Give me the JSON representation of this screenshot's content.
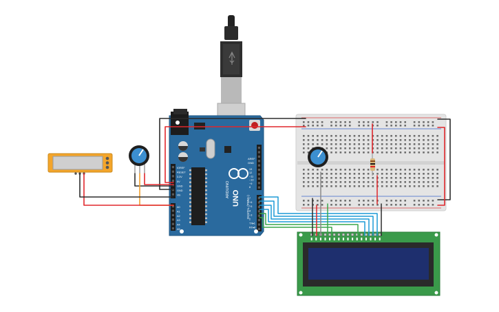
{
  "arduino": {
    "brand": "ARDUINO",
    "model": "UNO",
    "digital_header": "DIGITAL (PWM~)",
    "power_label": "POWER",
    "analog_label": "ANALOG IN",
    "aref": "AREF",
    "gnd": "GND",
    "power_pins": [
      "IOREF",
      "RESET",
      "3.3V",
      "5V",
      "GND",
      "GND",
      "Vin"
    ],
    "analog_pins": [
      "A0",
      "A1",
      "A2",
      "A3",
      "A4",
      "A5"
    ],
    "digital_pins_top": [
      "13",
      "12",
      "~11",
      "~10",
      "~9",
      "8"
    ],
    "digital_pins_bottom": [
      "7",
      "~6",
      "~5",
      "4",
      "~3",
      "2",
      "TX▸1",
      "RX◂0"
    ]
  },
  "components": {
    "sensor_module": "temperature sensor module",
    "usb_cable": "USB cable",
    "potentiometer": "potentiometer",
    "breadboard": "breadboard",
    "lcd": "16x2 LCD"
  },
  "colors": {
    "board": "#2a6a9e",
    "wire_red": "#e0262b",
    "wire_black": "#2b2b2b",
    "wire_blue": "#1b9ad6",
    "wire_green": "#3aa64a",
    "wire_orange": "#f0a030",
    "lcd_pcb": "#3a9a4a",
    "lcd_screen": "#1e2f6e"
  }
}
